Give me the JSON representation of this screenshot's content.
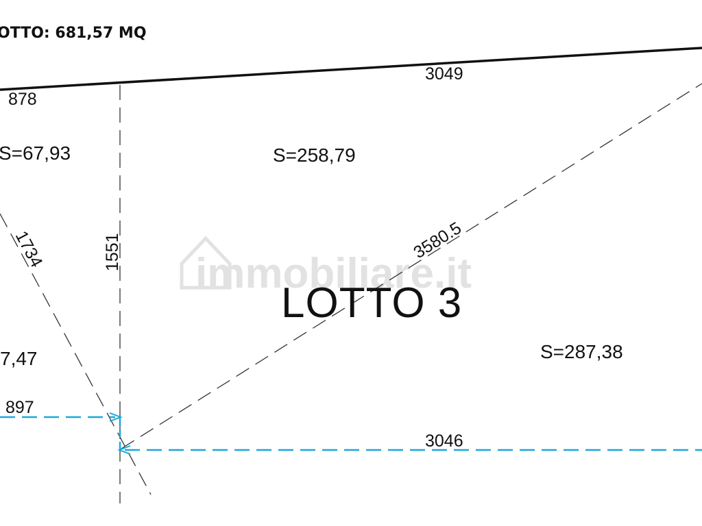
{
  "title": "OTTO: 681,57 MQ",
  "lot_label": "LOTTO 3",
  "watermark": "immobiliare.it",
  "dimensions": {
    "top_edge": "3049",
    "top_left": "878",
    "diag_left": "1734",
    "vertical": "1551",
    "diagonal": "3580.5",
    "bottom_left": "897",
    "bottom": "3046"
  },
  "areas": {
    "left_upper": "S=67,93",
    "upper": "S=258,79",
    "left_lower": "7,47",
    "lower": "S=287,38"
  },
  "colors": {
    "line": "#111111",
    "dim_line": "#1aa7dc",
    "watermark": "#e2e2e2"
  }
}
